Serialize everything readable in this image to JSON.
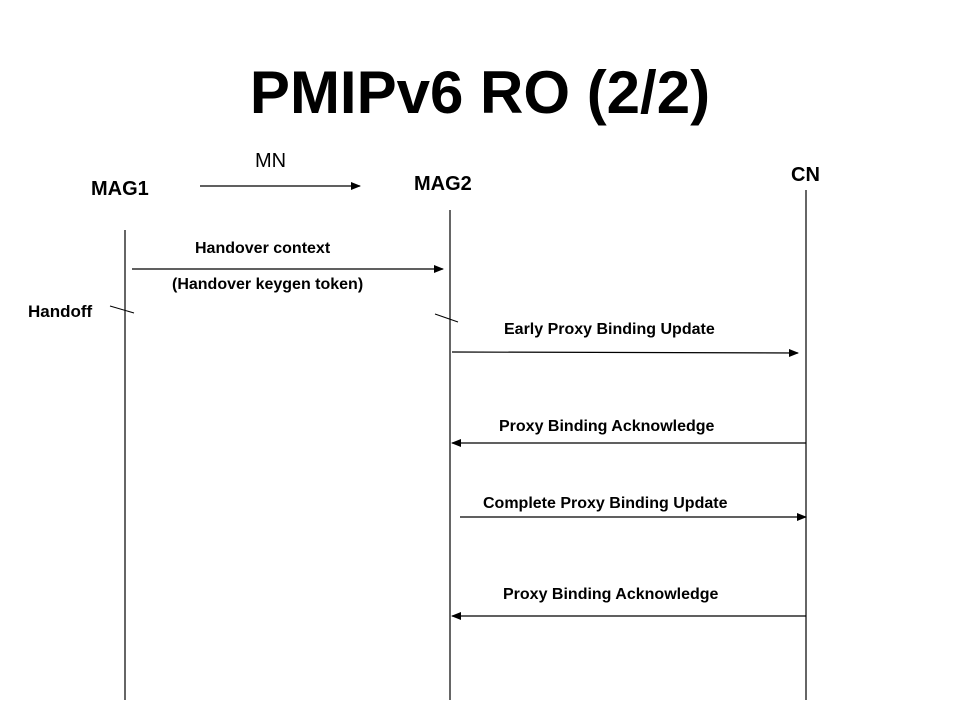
{
  "title": "PMIPv6 RO (2/2)",
  "entities": {
    "mag1": "MAG1",
    "mag2": "MAG2",
    "cn": "CN",
    "mn": "MN"
  },
  "handoff_label": "Handoff",
  "messages": [
    {
      "label": "Handover context",
      "from": "MAG1",
      "to": "MAG2"
    },
    {
      "label": "(Handover keygen token)",
      "from": "MAG1",
      "to": "MAG2"
    },
    {
      "label": "Early Proxy Binding Update",
      "from": "MAG2",
      "to": "CN"
    },
    {
      "label": "Proxy Binding Acknowledge",
      "from": "CN",
      "to": "MAG2"
    },
    {
      "label": "Complete Proxy Binding Update",
      "from": "MAG2",
      "to": "CN"
    },
    {
      "label": "Proxy Binding Acknowledge",
      "from": "CN",
      "to": "MAG2"
    }
  ],
  "colors": {
    "line": "#000000",
    "text": "#000000",
    "background": "#ffffff"
  }
}
